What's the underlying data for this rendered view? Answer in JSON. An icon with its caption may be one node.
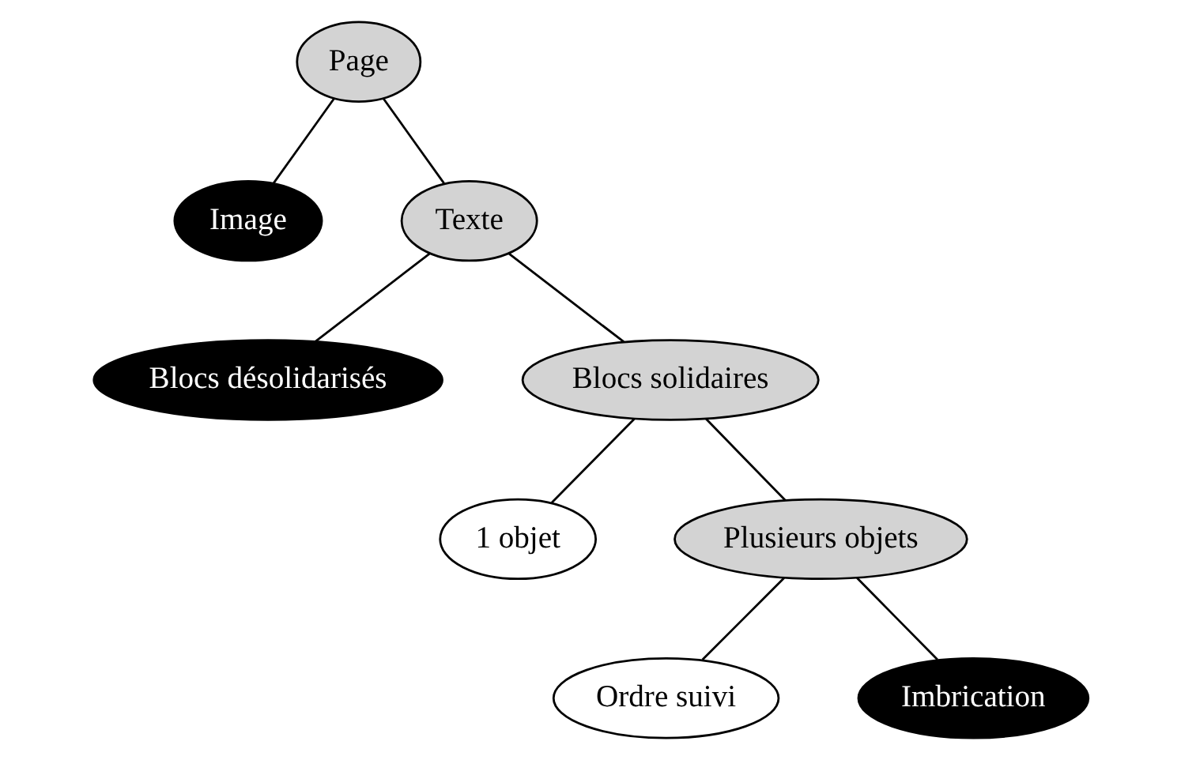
{
  "diagram": {
    "nodes": [
      {
        "text": [
          "Page"
        ]
      },
      {
        "text": [
          "Image"
        ]
      },
      {
        "text": [
          "Texte"
        ]
      },
      {
        "text": [
          "Blocs désolidarisés"
        ]
      },
      {
        "text": [
          "Blocs solidaires"
        ]
      },
      {
        "text": [
          "1 objet"
        ]
      },
      {
        "text": [
          "Plusieurs objets"
        ]
      },
      {
        "text": [
          "Ordre suivi"
        ]
      },
      {
        "text": [
          "Imbrication"
        ]
      }
    ],
    "edges": [
      {
        "from": 0,
        "to": 1,
        "arrow": "none"
      },
      {
        "from": 0,
        "to": 2,
        "arrow": "none"
      },
      {
        "from": 2,
        "to": 3,
        "arrow": "none"
      },
      {
        "from": 2,
        "to": 4,
        "arrow": "none"
      },
      {
        "from": 4,
        "to": 5,
        "arrow": "none"
      },
      {
        "from": 4,
        "to": 6,
        "arrow": "none"
      },
      {
        "from": 6,
        "to": 7,
        "arrow": "none"
      },
      {
        "from": 6,
        "to": 8,
        "arrow": "none"
      }
    ]
  }
}
